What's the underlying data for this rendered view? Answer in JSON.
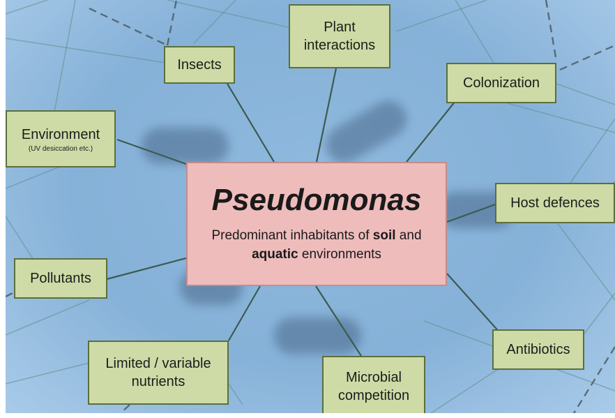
{
  "center": {
    "title": "Pseudomonas",
    "subtitle_part1": "Predominant inhabitants of ",
    "subtitle_bold1": "soil",
    "subtitle_part2": " and",
    "subtitle_bold2": "aquatic",
    "subtitle_part3": " environments"
  },
  "nodes": {
    "insects": "Insects",
    "plant_line1": "Plant",
    "plant_line2": "interactions",
    "colonization": "Colonization",
    "environment": "Environment",
    "environment_sub": "(UV desiccation etc.)",
    "host_defences": "Host defences",
    "pollutants": "Pollutants",
    "antibiotics": "Antibiotics",
    "nutrients_line1": "Limited / variable",
    "nutrients_line2": "nutrients",
    "microbial_line1": "Microbial",
    "microbial_line2": "competition"
  },
  "colors": {
    "background": "#8fb9dd",
    "node_fill": "#cedba6",
    "center_fill": "#efbcbc"
  }
}
